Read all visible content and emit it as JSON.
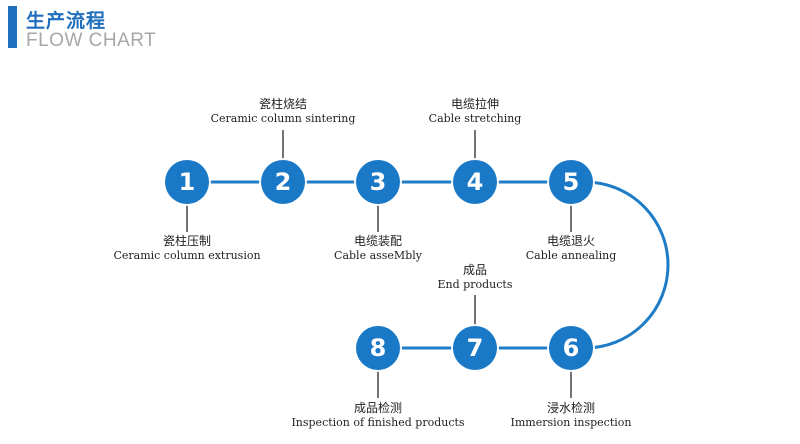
{
  "header": {
    "title_cn": "生产流程",
    "title_en": "FLOW CHART"
  },
  "colors": {
    "accent": "#1f6fbd",
    "node": "#1a79c7",
    "line": "#1f7cc6",
    "subtitle": "#a7a7a7"
  },
  "steps": [
    {
      "number": "1",
      "cn": "瓷柱压制",
      "en": "Ceramic column extrusion"
    },
    {
      "number": "2",
      "cn": "瓷柱烧结",
      "en": "Ceramic column sintering"
    },
    {
      "number": "3",
      "cn": "电缆装配",
      "en": "Cable  asseMbly"
    },
    {
      "number": "4",
      "cn": "电缆拉伸",
      "en": "Cable stretching"
    },
    {
      "number": "5",
      "cn": "电缆退火",
      "en": "Cable annealing"
    },
    {
      "number": "6",
      "cn": "浸水检测",
      "en": "Immersion inspection"
    },
    {
      "number": "7",
      "cn": "成品",
      "en": "End products"
    },
    {
      "number": "8",
      "cn": "成品检测",
      "en": "Inspection of finished products"
    }
  ]
}
